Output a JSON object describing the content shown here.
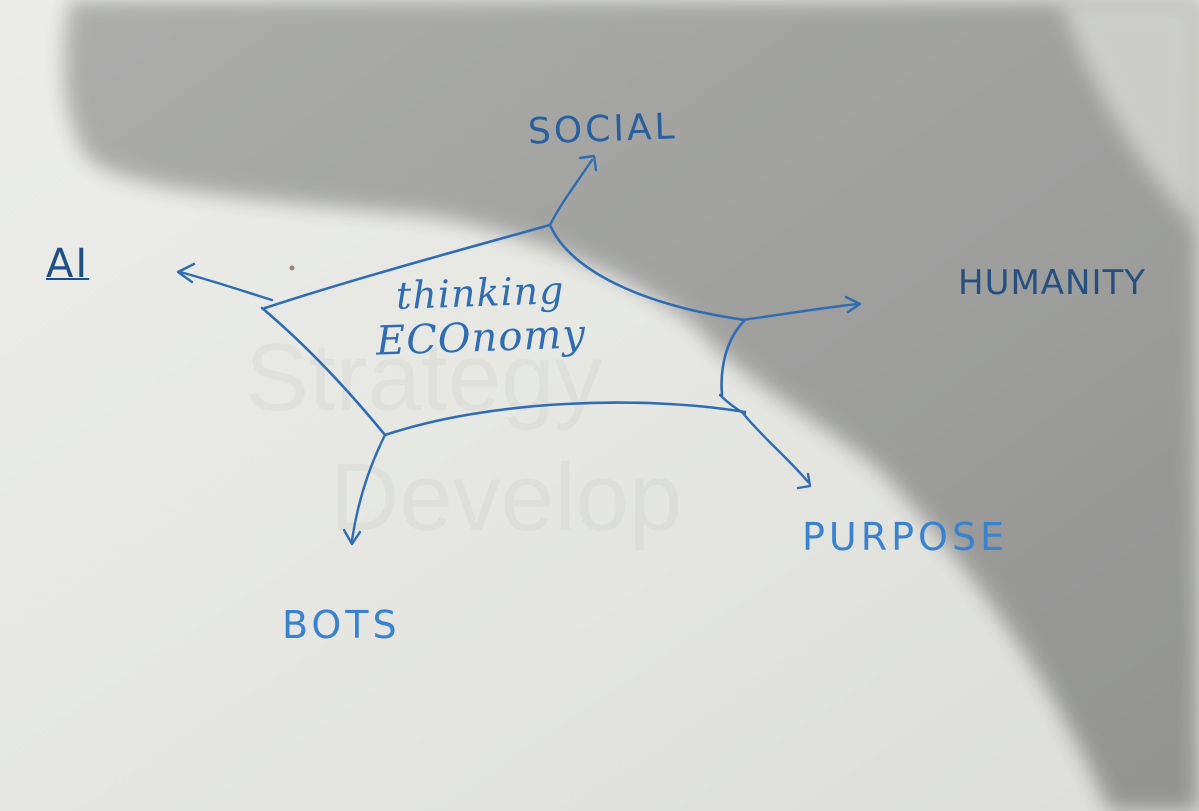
{
  "diagram": {
    "center": {
      "line1": "thinking",
      "line2": "ECOnomy"
    },
    "nodes": {
      "social": "SOCIAL",
      "ai": "AI",
      "humanity": "HUMANITY",
      "purpose": "PURPOSE",
      "bots": "BOTS"
    }
  },
  "colors": {
    "ink": "#2f6cb3",
    "ink_dark": "#1f4f86",
    "whiteboard": "#f1f1ee",
    "shadow": "#9c9d9b"
  }
}
